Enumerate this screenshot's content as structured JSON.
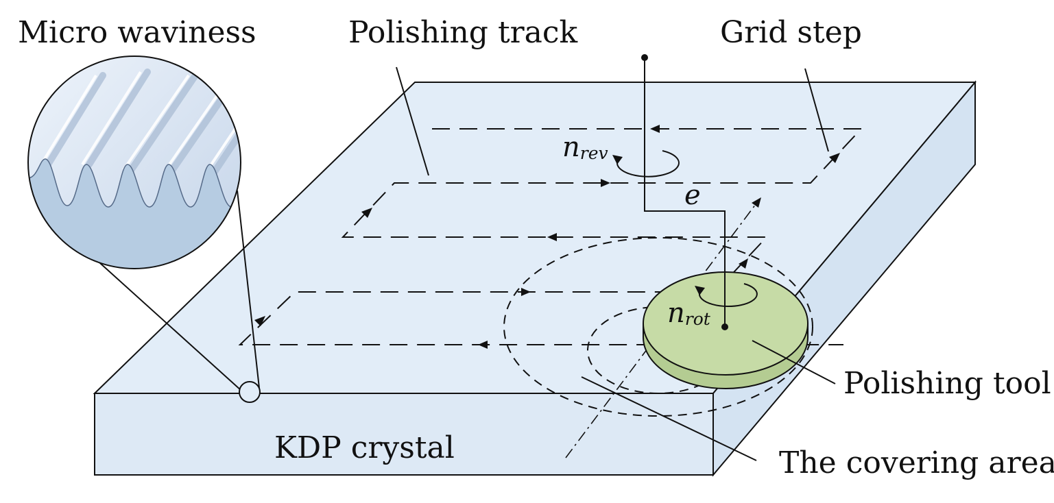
{
  "labels": {
    "micro_waviness": "Micro waviness",
    "polishing_track": "Polishing track",
    "grid_step": "Grid step",
    "polishing_tool": "Polishing tool",
    "kdp_crystal": "KDP crystal",
    "covering_area": "The covering area",
    "n_rev_main": "n",
    "n_rev_sub": "rev",
    "n_rot_main": "n",
    "n_rot_sub": "rot",
    "eccentricity": "e"
  },
  "colors": {
    "crystal_top": "#e2edf8",
    "crystal_side": "#ddeaf6",
    "tool_top": "#c6dba6",
    "tool_side": "#b4cc92",
    "zoom_fill": "#c9d9ea",
    "outline": "#111111"
  }
}
